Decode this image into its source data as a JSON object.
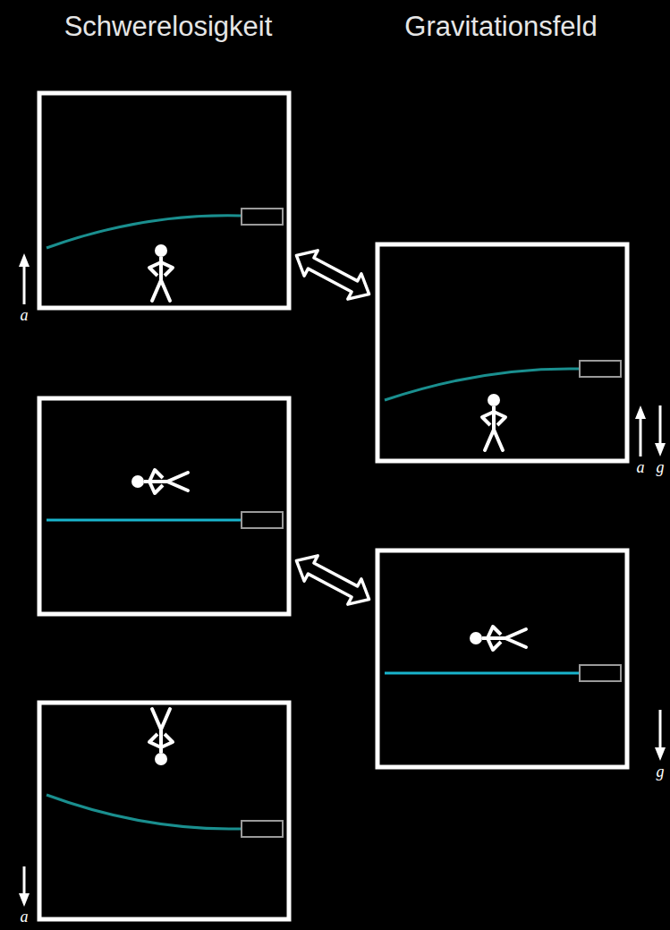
{
  "diagram": {
    "labels": [
      "Schwerelosigkeit",
      "Gravitationsfeld",
      "a",
      "a",
      "g",
      "g",
      "a"
    ]
  }
}
